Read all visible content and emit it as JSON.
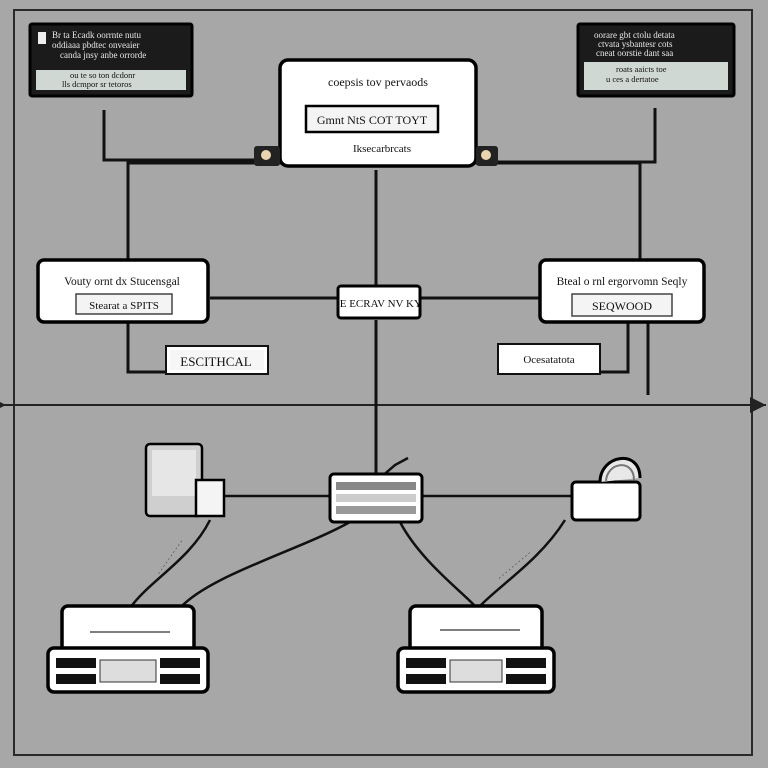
{
  "notes": {
    "top_left": [
      "Br ta Ecadk oorrnte nutu",
      "oddiaaa pbdtec onveaier",
      "canda jnsy anbe orrorde",
      "ou te so ton dcdonr",
      "lls dcmpor sr tetoros"
    ],
    "top_right": [
      "oorare gbt ctolu detata",
      "ctvata ysbantesr cots",
      "cneat oorstie dant saa",
      "roats aaicts toe",
      "u ces a dertatoe"
    ]
  },
  "top_node": {
    "title": "coepsis tov pervaods",
    "inner_label": "Gmnt NtS COT TOYT",
    "caption": "Iksecarbrcats"
  },
  "left_node": {
    "title": "Vouty ornt dx Stucensgal",
    "inner_label": "Stearat a SPITS"
  },
  "right_node": {
    "title": "Bteal o rnl ergorvomn Seqly",
    "inner_label": "SEQWOOD"
  },
  "center_node": {
    "label": "IE ECRAV NV KY"
  },
  "left_tag": {
    "label": "ESCITHCAL"
  },
  "right_tag": {
    "label": "Ocesatatota"
  },
  "device_icons": [
    "server-icon",
    "switch-icon",
    "router-icon",
    "rack-server-icon"
  ]
}
